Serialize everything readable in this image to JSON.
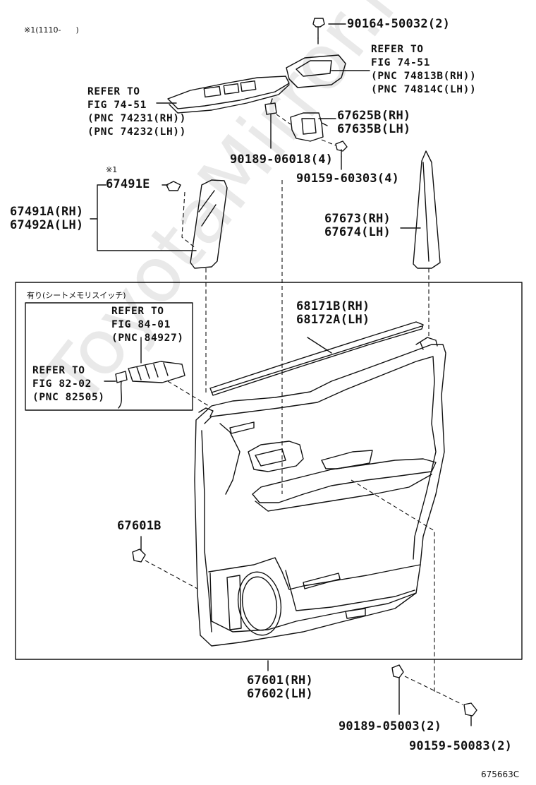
{
  "watermark": "ToyotaMirror.ru",
  "notes": {
    "top_left": "※1(1110-      )",
    "star_mark": "※1",
    "inset_title": "有り(シートメモリスイッチ)"
  },
  "labels": {
    "p90164": "90164-50032(2)",
    "p67625": "67625B(RH)\n67635B(LH)",
    "p90189_06018": "90189-06018(4)",
    "p90159_60303": "90159-60303(4)",
    "p67491e": "67491E",
    "p67491a": "67491A(RH)\n67492A(LH)",
    "p67673": "67673(RH)\n67674(LH)",
    "p68171": "68171B(RH)\n68172A(LH)",
    "p67601b": "67601B",
    "p67601": "67601(RH)\n67602(LH)",
    "p90189_05003": "90189-05003(2)",
    "p90159_50083": "90159-50083(2)"
  },
  "refs": {
    "fig7451_switch": "REFER TO\nFIG 74-51\n(PNC 74231(RH))\n(PNC 74232(LH))",
    "fig7451_base": "REFER TO\nFIG 74-51\n(PNC 74813B(RH))\n(PNC 74814C(LH))",
    "fig8401": "REFER TO\nFIG 84-01\n(PNC 84927)",
    "fig8202": "REFER TO\nFIG 82-02\n(PNC 82505)"
  },
  "figure_code": "675663C"
}
